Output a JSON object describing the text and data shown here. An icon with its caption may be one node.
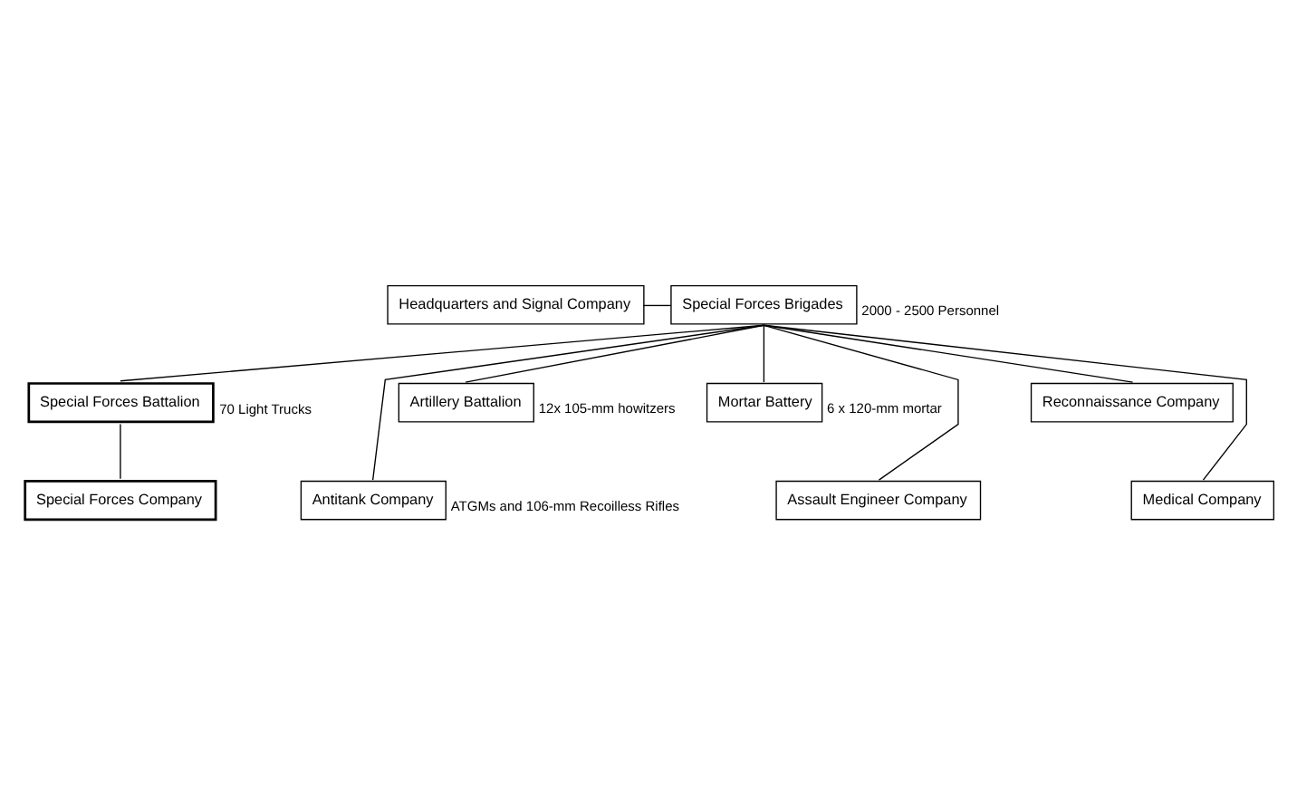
{
  "diagram": {
    "nodes": [
      {
        "text": [
          "Special Forces Brigades"
        ],
        "beside": [
          "2000 - 2500 Personnel"
        ]
      },
      {
        "text": [
          "Headquarters and Signal Company"
        ]
      },
      {
        "text": [
          "Special Forces Battalion"
        ],
        "beside": [
          "70 Light Trucks"
        ]
      },
      {
        "text": [
          "Artillery Battalion"
        ],
        "beside": [
          "12x 105-mm howitzers"
        ]
      },
      {
        "text": [
          "Mortar Battery"
        ],
        "beside": [
          "6 x 120-mm mortar"
        ]
      },
      {
        "text": [
          "Reconnaissance Company"
        ]
      },
      {
        "text": [
          "Special Forces Company"
        ]
      },
      {
        "text": [
          "Antitank Company"
        ],
        "beside": [
          "ATGMs and 106-mm Recoilless Rifles"
        ]
      },
      {
        "text": [
          "Assault Engineer Company"
        ]
      },
      {
        "text": [
          "Medical Company"
        ]
      }
    ],
    "edges": [
      {
        "from": 1,
        "to": 0,
        "arrow": "none"
      },
      {
        "from": 0,
        "to": 2,
        "arrow": "none"
      },
      {
        "from": 0,
        "to": 3,
        "arrow": "none"
      },
      {
        "from": 0,
        "to": 4,
        "arrow": "none"
      },
      {
        "from": 0,
        "to": 5,
        "arrow": "none"
      },
      {
        "from": 2,
        "to": 6,
        "arrow": "none"
      },
      {
        "from": 0,
        "to": 7,
        "arrow": "none"
      },
      {
        "from": 0,
        "to": 8,
        "arrow": "none"
      },
      {
        "from": 0,
        "to": 9,
        "arrow": "none"
      }
    ]
  }
}
